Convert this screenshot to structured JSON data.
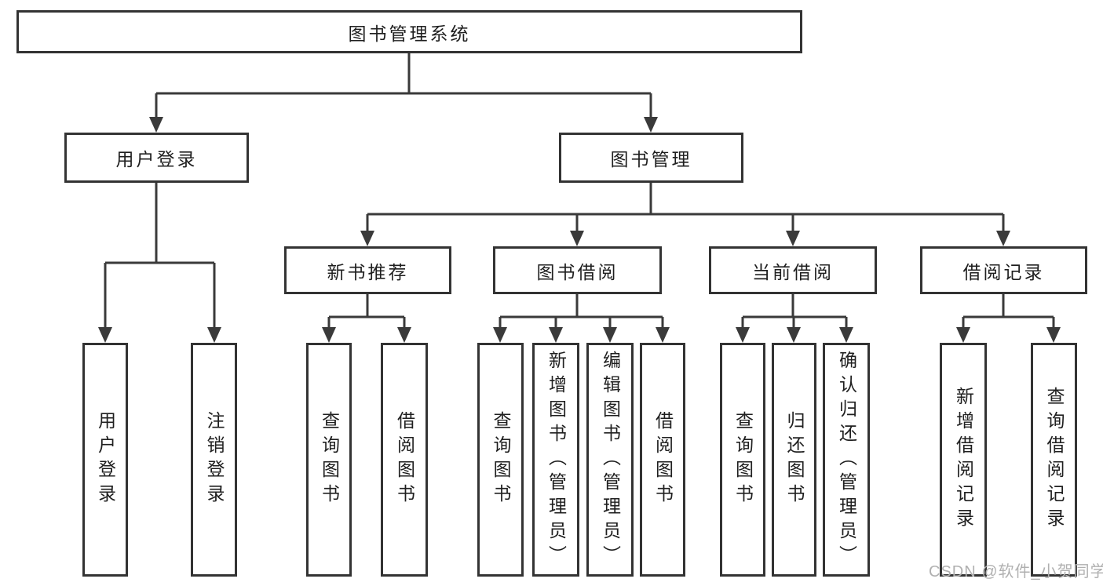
{
  "colors": {
    "box_border": "#333333",
    "connector": "#3a3a3a",
    "text": "#1f1f1f",
    "watermark": "#b0b0b0",
    "background": "#ffffff"
  },
  "watermark": {
    "text": "CSDN @软件_小贺同学"
  },
  "diagram": {
    "root": "图书管理系统",
    "level1": [
      {
        "label": "用户登录",
        "children": [
          "用户登录",
          "注销登录"
        ]
      },
      {
        "label": "图书管理",
        "children": [
          {
            "label": "新书推荐",
            "children": [
              "查询图书",
              "借阅图书"
            ]
          },
          {
            "label": "图书借阅",
            "children": [
              "查询图书",
              "新增图书（管理员）",
              "编辑图书（管理员）",
              "借阅图书"
            ]
          },
          {
            "label": "当前借阅",
            "children": [
              "查询图书",
              "归还图书",
              "确认归还（管理员）"
            ]
          },
          {
            "label": "借阅记录",
            "children": [
              "新增借阅记录",
              "查询借阅记录"
            ]
          }
        ]
      }
    ]
  }
}
